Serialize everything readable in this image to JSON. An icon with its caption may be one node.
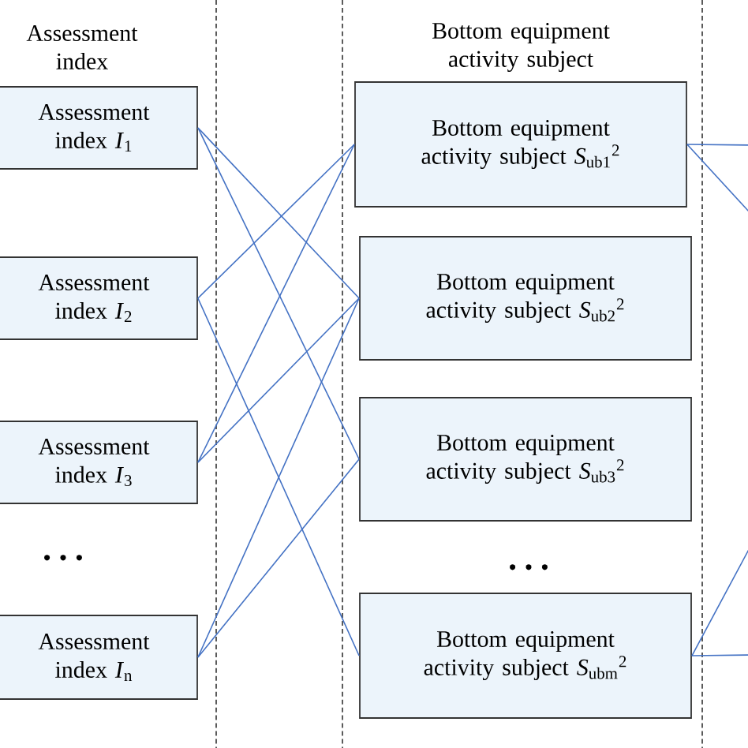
{
  "diagram": {
    "nodes": [
      {
        "text": [
          "Assessment index *I*$_{1}$"
        ]
      },
      {
        "text": [
          "Assessment index *I*$_{2}$"
        ]
      },
      {
        "text": [
          "Assessment index *I*$_{3}$"
        ]
      },
      {
        "text": [
          "Assessment index *I*$_{n}$"
        ]
      },
      {
        "text": [
          "Bottom equipment activity subject *S*$_{ub1}$$^{2}$"
        ]
      },
      {
        "text": [
          "Bottom equipment activity subject *S*$_{ub2}$$^{2}$"
        ]
      },
      {
        "text": [
          "Bottom equipment activity subject *S*$_{ub3}$$^{2}$"
        ]
      },
      {
        "text": [
          "Bottom equipment activity subject *S*$_{ubm}$$^{2}$"
        ]
      }
    ],
    "edges": [
      {
        "from": 0,
        "to": 5,
        "arrow": "none"
      },
      {
        "from": 0,
        "to": 6,
        "arrow": "none"
      },
      {
        "from": 1,
        "to": 4,
        "arrow": "none"
      },
      {
        "from": 1,
        "to": 7,
        "arrow": "none"
      },
      {
        "from": 2,
        "to": 4,
        "arrow": "none"
      },
      {
        "from": 2,
        "to": 5,
        "arrow": "none"
      },
      {
        "from": 3,
        "to": 5,
        "arrow": "none"
      },
      {
        "from": 3,
        "to": 6,
        "arrow": "none"
      },
      {
        "from": 4,
        "to": null,
        "arrow": "none"
      },
      {
        "from": 4,
        "to": null,
        "arrow": "none"
      },
      {
        "from": 7,
        "to": null,
        "arrow": "none"
      },
      {
        "from": 7,
        "to": null,
        "arrow": "none"
      }
    ],
    "labels": [
      "Assessment index",
      "Bottom equipment activity subject",
      "• • •",
      "• • •"
    ]
  }
}
